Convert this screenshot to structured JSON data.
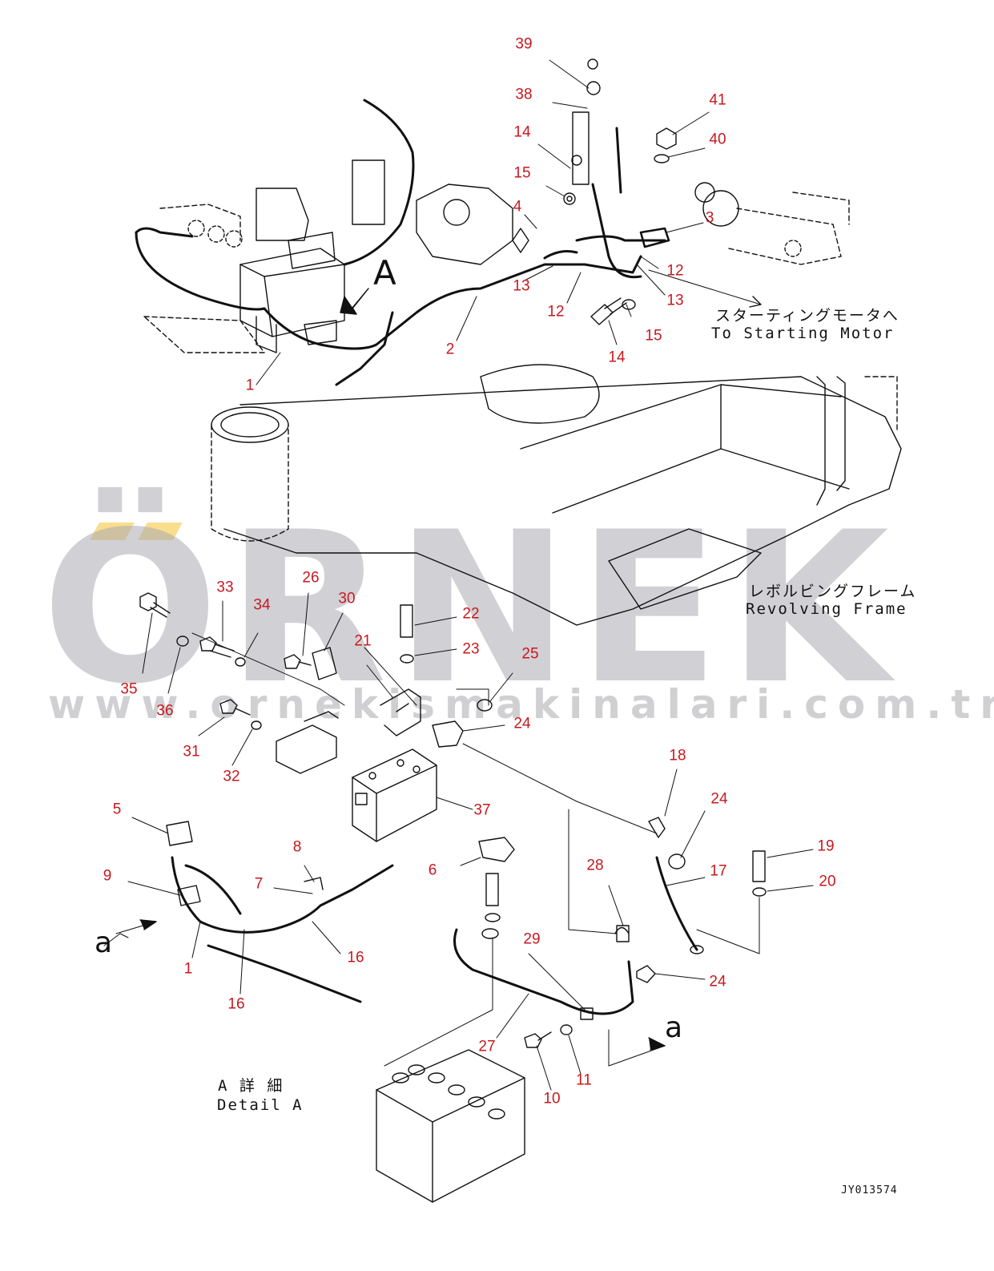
{
  "drawing": {
    "code": "JY013574",
    "view_marker": "A",
    "section_marker": "a",
    "labels": {
      "starting_motor_jp": "スターティングモータへ",
      "starting_motor_en": "To Starting Motor",
      "revolving_frame_jp": "レボルビングフレーム",
      "revolving_frame_en": "Revolving Frame",
      "detail_jp": "A 詳 細",
      "detail_en": "Detail A"
    }
  },
  "callouts": [
    "39",
    "38",
    "41",
    "40",
    "14",
    "15",
    "4",
    "3",
    "12",
    "13",
    "13",
    "12",
    "15",
    "14",
    "2",
    "1",
    "26",
    "33",
    "30",
    "34",
    "22",
    "23",
    "21",
    "25",
    "35",
    "36",
    "24",
    "31",
    "32",
    "37",
    "18",
    "24",
    "5",
    "19",
    "8",
    "9",
    "7",
    "17",
    "20",
    "6",
    "28",
    "16",
    "1",
    "29",
    "24",
    "16",
    "27",
    "11",
    "10"
  ],
  "watermark": {
    "brand": "ÖRNEK",
    "url": "www.ornekismakinalari.com.tr",
    "accent_color": "#f5c842"
  },
  "colors": {
    "callout": "#c8191e",
    "line": "#111111"
  }
}
